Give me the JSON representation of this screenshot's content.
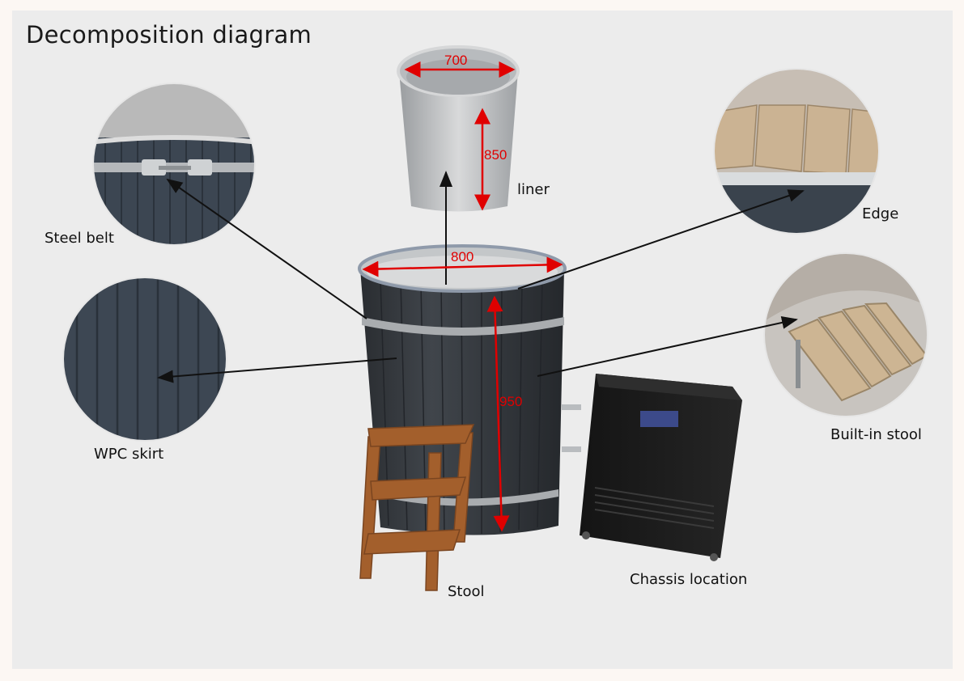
{
  "title": "Decomposition diagram",
  "labels": {
    "steel_belt": "Steel belt",
    "wpc_skirt": "WPC skirt",
    "liner": "liner",
    "edge": "Edge",
    "built_in_stool": "Built-in stool",
    "stool": "Stool",
    "chassis_location": "Chassis location"
  },
  "dimensions": {
    "liner_diameter": "700",
    "liner_height": "850",
    "tub_diameter": "800",
    "tub_height": "950"
  },
  "colors": {
    "dimension": "#e00000",
    "background": "#ececec",
    "frame": "#fcf7f3"
  }
}
